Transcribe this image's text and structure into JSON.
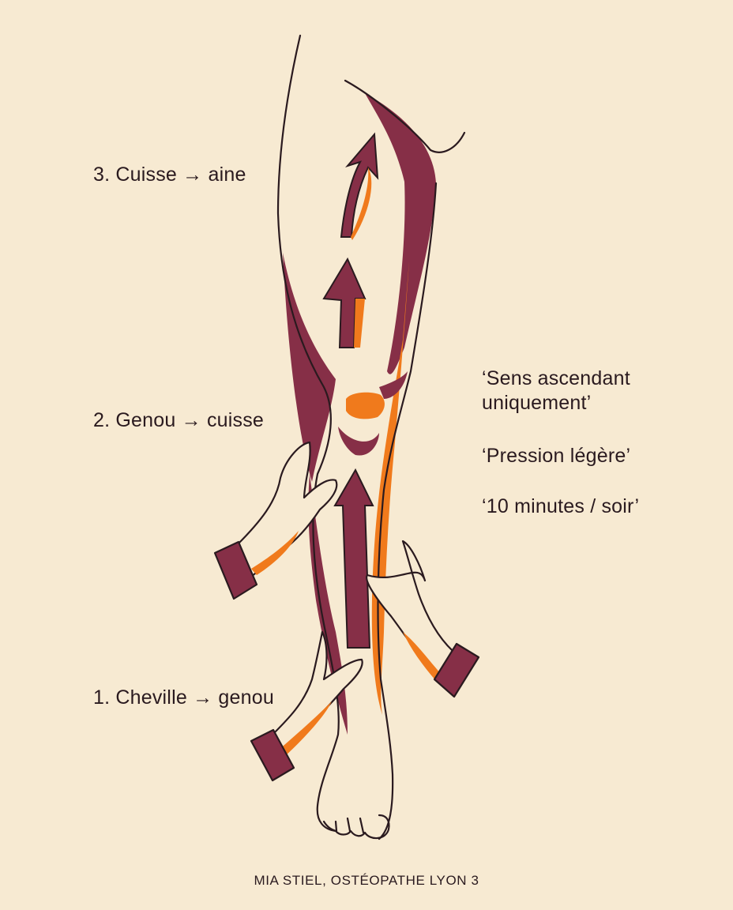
{
  "colors": {
    "background": "#f7ead2",
    "outline": "#2a1a1f",
    "burgundy": "#862f47",
    "orange": "#f07a1c"
  },
  "steps": [
    {
      "label": "1. Cheville → genou"
    },
    {
      "label": "2. Genou → cuisse"
    },
    {
      "label": "3. Cuisse → aine"
    }
  ],
  "notes": [
    {
      "text": "‘Sens ascendant\n uniquement’"
    },
    {
      "text": "‘Pression légère’"
    },
    {
      "text": "‘10 minutes / soir’"
    }
  ],
  "credit": "MIA STIEL, OSTÉOPATHE LYON 3",
  "icons": [
    "leg-illustration",
    "hand-icon",
    "arrow-up-icon"
  ]
}
